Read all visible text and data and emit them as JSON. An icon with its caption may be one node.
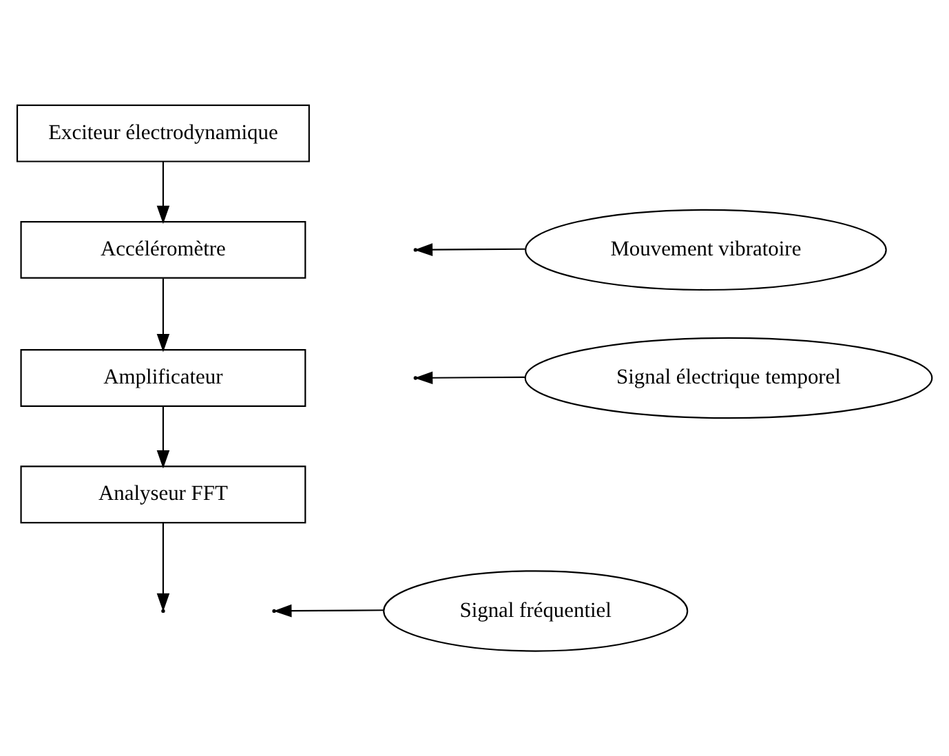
{
  "diagram": {
    "nodes": [
      {
        "text": [
          "Exciteur électrodynamique"
        ]
      },
      {
        "text": [
          "Mouvement vibratoire"
        ]
      },
      {
        "text": [
          "Accéléromètre"
        ]
      },
      {
        "text": [
          "Signal électrique temporel"
        ]
      },
      {
        "text": [
          "Amplificateur"
        ]
      },
      {
        "text": [
          "Analyseur FFT"
        ]
      },
      {
        "text": [
          "Signal fréquentiel"
        ]
      }
    ],
    "edges": [
      {
        "from": 0,
        "to": 2,
        "arrow": "to"
      },
      {
        "from": 1,
        "to": null,
        "arrow": "to"
      },
      {
        "from": 2,
        "to": 4,
        "arrow": "to"
      },
      {
        "from": 3,
        "to": null,
        "arrow": "to"
      },
      {
        "from": 4,
        "to": 5,
        "arrow": "to"
      },
      {
        "from": 5,
        "to": null,
        "arrow": "to"
      },
      {
        "from": 6,
        "to": null,
        "arrow": "to"
      }
    ]
  }
}
